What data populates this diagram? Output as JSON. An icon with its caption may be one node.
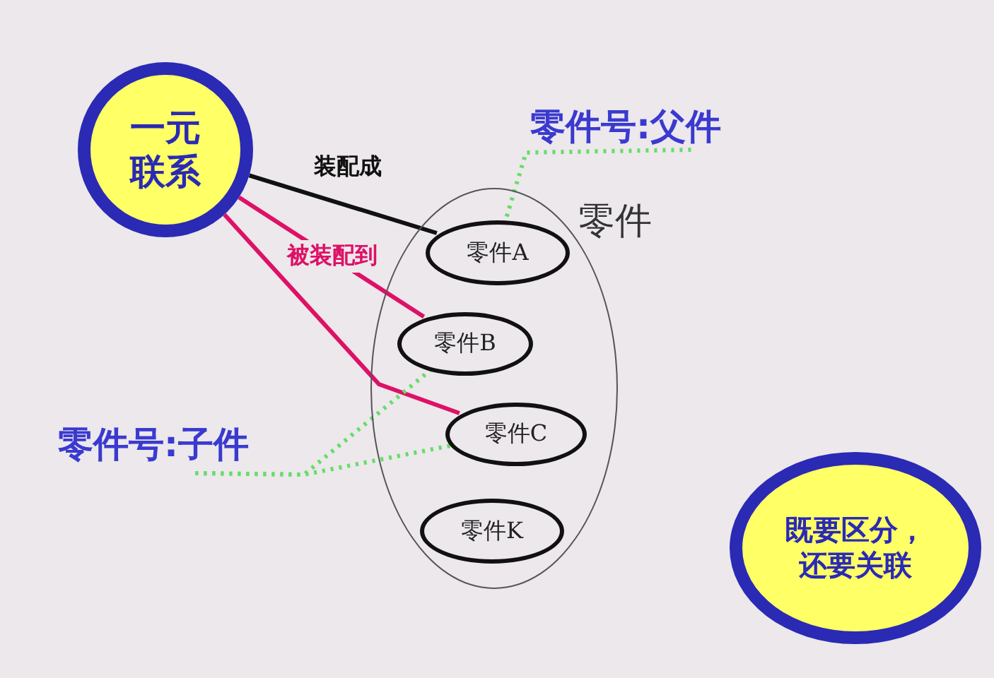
{
  "diagram": {
    "nodes": [
      {
        "text": [
          "一元联系"
        ]
      },
      {
        "text": [
          "零件"
        ]
      },
      {
        "text": [
          "零件A"
        ],
        "in": 1
      },
      {
        "text": [
          "零件B"
        ],
        "in": 1
      },
      {
        "text": [
          "零件C"
        ],
        "in": 1
      },
      {
        "text": [
          "零件K"
        ],
        "in": 1
      },
      {
        "text": [
          "零件号:父件"
        ]
      },
      {
        "text": [
          "零件号:子件"
        ]
      },
      {
        "text": [
          "既要区分，还要关联"
        ]
      }
    ],
    "edges": [
      {
        "from": 0,
        "to": 2,
        "arrow": "none",
        "label": "装配成",
        "color": "#111111"
      },
      {
        "from": 0,
        "to": 3,
        "arrow": "none",
        "label": "被装配到",
        "color": "#dd1166"
      },
      {
        "from": 0,
        "to": 4,
        "arrow": "none",
        "color": "#dd1166"
      },
      {
        "from": 6,
        "to": 2,
        "arrow": "none",
        "style": "dashed",
        "color": "#66dd66"
      },
      {
        "from": 7,
        "to": 3,
        "arrow": "none",
        "style": "dashed",
        "color": "#66dd66"
      },
      {
        "from": 7,
        "to": 4,
        "arrow": "none",
        "style": "dashed",
        "color": "#66dd66"
      }
    ]
  }
}
